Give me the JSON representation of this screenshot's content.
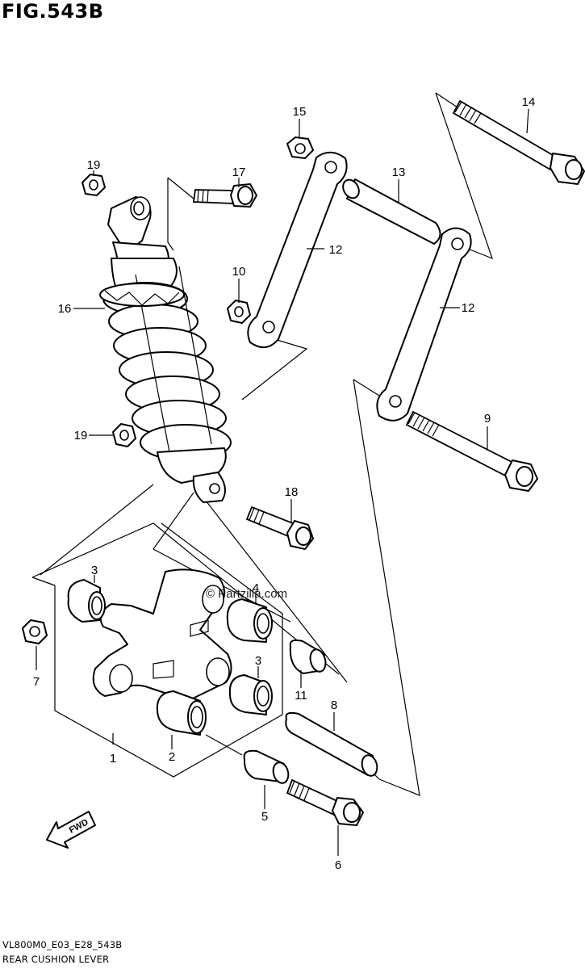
{
  "title": "FIG.543B",
  "footer": {
    "code": "VL800M0_E03_E28_543B",
    "name": "REAR CUSHION LEVER"
  },
  "watermark": "© Partzilla.com",
  "fwd_label": "FWD",
  "callouts": {
    "c1": "1",
    "c2": "2",
    "c3a": "3",
    "c3b": "3",
    "c4": "4",
    "c5": "5",
    "c6": "6",
    "c7": "7",
    "c8": "8",
    "c9": "9",
    "c10": "10",
    "c11": "11",
    "c12a": "12",
    "c12b": "12",
    "c13": "13",
    "c14": "14",
    "c15": "15",
    "c16": "16",
    "c17": "17",
    "c18": "18",
    "c19a": "19",
    "c19b": "19"
  }
}
